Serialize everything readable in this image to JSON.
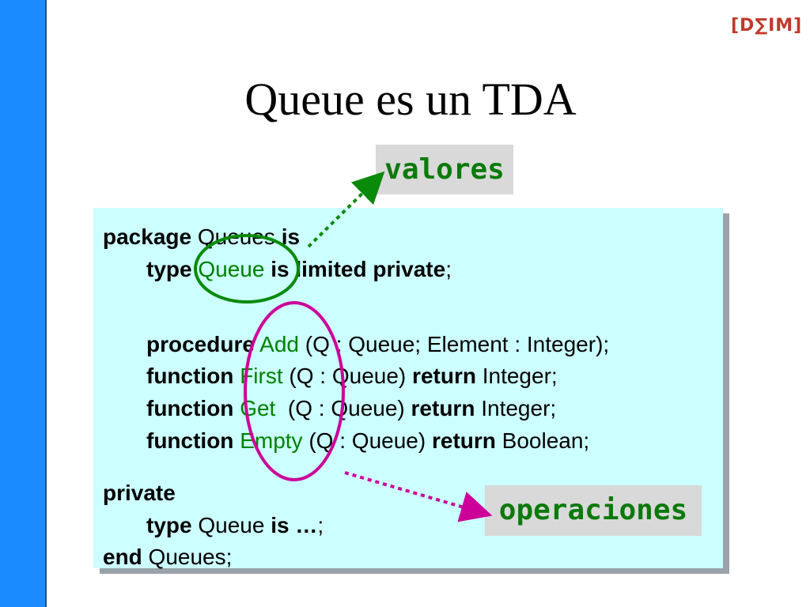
{
  "logo": {
    "text": "[D∑IM]"
  },
  "slide": {
    "title": "Queue es un TDA"
  },
  "labels": {
    "valores": "valores",
    "operaciones": "operaciones"
  },
  "code": {
    "l1": {
      "k1": "package",
      "t1": " Queues ",
      "k2": "is"
    },
    "l2": {
      "k1": "type",
      "i1": " Queue ",
      "k2": "is limited private",
      "t1": ";"
    },
    "l3": {
      "k1": "procedure",
      "i1": " Add ",
      "t1": "(Q : Queue; Element : Integer);"
    },
    "l4": {
      "k1": "function",
      "i1": " First ",
      "t1": "(Q : Queue) ",
      "k2": "return",
      "t2": " Integer;"
    },
    "l5": {
      "k1": "function",
      "i1": " Get ",
      "t1": " (Q : Queue) ",
      "k2": "return",
      "t2": " Integer;"
    },
    "l6": {
      "k1": "function",
      "i1": " Empty ",
      "t1": "(Q : Queue) ",
      "k2": "return",
      "t2": " Boolean;"
    },
    "l7": {
      "k1": "private"
    },
    "l8": {
      "k1": "type",
      "t1": " Queue ",
      "k2": "is …",
      "t2": ";"
    },
    "l9": {
      "k1": "end",
      "t1": " Queues;"
    }
  },
  "colors": {
    "sidebar": "#1a8cff",
    "code_background": "#ccffff",
    "identifier": "#008000",
    "green_annotation": "#0a7a0a",
    "magenta_annotation": "#cc0099"
  }
}
